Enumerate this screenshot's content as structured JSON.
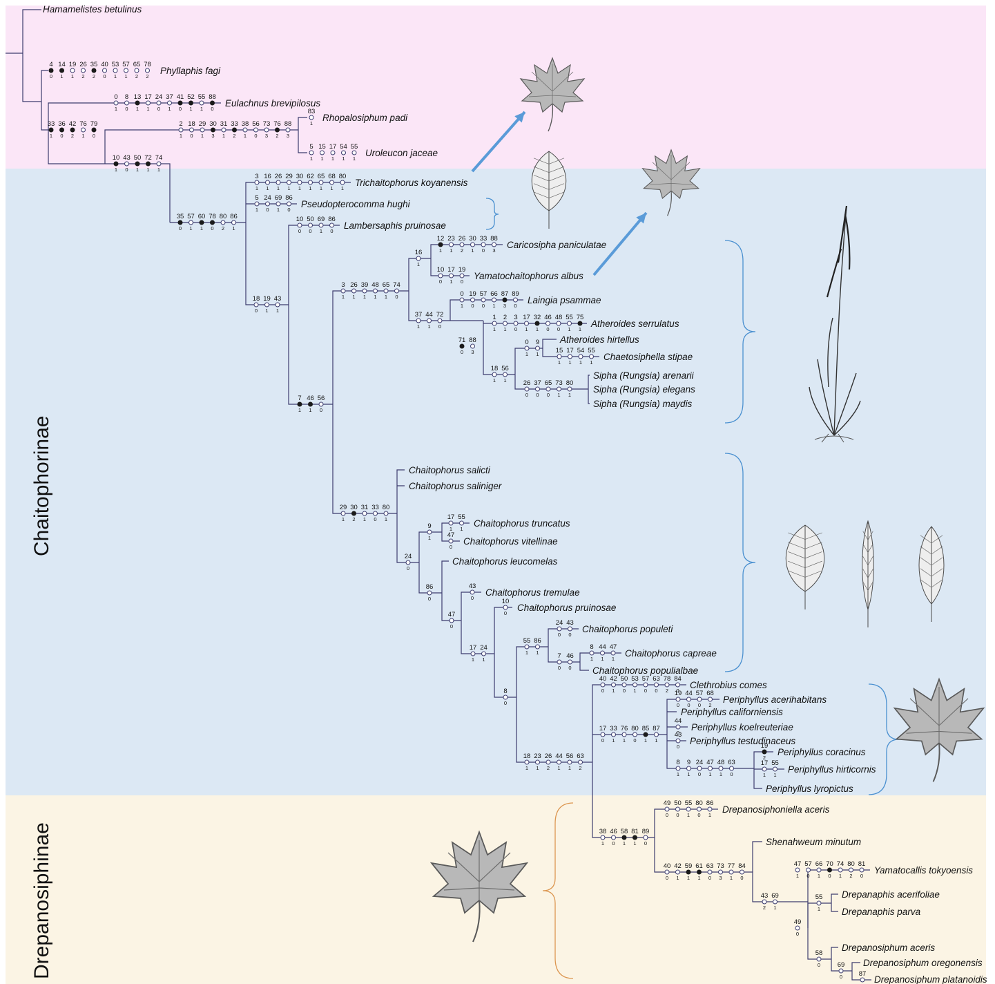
{
  "groups": {
    "chaitophorinae": "Chaitophorinae",
    "drepanosiphinae": "Drepanosiphinae"
  },
  "colors": {
    "outgroup_band": "#fbe6f7",
    "chaitophorinae_band": "#dce8f4",
    "drepanosiphinae_band": "#fbf4e4",
    "tree_line": "#3c3c6e",
    "blue_bracket": "#4a90d0",
    "orange_bracket": "#dc9650",
    "arrow": "#5a9bd8",
    "synapomorphy": "#1a1a1a"
  },
  "taxa": {
    "hamamelistes_betulinus": "Hamamelistes betulinus",
    "phyllaphis_fagi": "Phyllaphis fagi",
    "eulachnus_brevipilosus": "Eulachnus brevipilosus",
    "rhopalosiphum_padi": "Rhopalosiphum padi",
    "uroleucon_jaceae": "Uroleucon jaceae",
    "trichaitophorus_koyanensis": "Trichaitophorus koyanensis",
    "pseudopterocomma_hughi": "Pseudopterocomma hughi",
    "lambersaphis_pruinosae": "Lambersaphis pruinosae",
    "caricosipha_paniculatae": "Caricosipha paniculatae",
    "yamatochaitophorus_albus": "Yamatochaitophorus albus",
    "laingia_psammae": "Laingia psammae",
    "atheroides_serrulatus": "Atheroides serrulatus",
    "atheroides_hirtellus": "Atheroides hirtellus",
    "chaetosiphella_stipae": "Chaetosiphella stipae",
    "sipha_arenarii": "Sipha (Rungsia) arenarii",
    "sipha_elegans": "Sipha (Rungsia) elegans",
    "sipha_maydis": "Sipha (Rungsia) maydis",
    "chaitophorus_salicti": "Chaitophorus salicti",
    "chaitophorus_saliniger": "Chaitophorus saliniger",
    "chaitophorus_truncatus": "Chaitophorus truncatus",
    "chaitophorus_vitellinae": "Chaitophorus vitellinae",
    "chaitophorus_leucomelas": "Chaitophorus leucomelas",
    "chaitophorus_tremulae": "Chaitophorus tremulae",
    "chaitophorus_pruinosae": "Chaitophorus pruinosae",
    "chaitophorus_populeti": "Chaitophorus populeti",
    "chaitophorus_capreae": "Chaitophorus capreae",
    "chaitophorus_populialbae": "Chaitophorus populialbae",
    "clethrobius_comes": "Clethrobius comes",
    "periphyllus_acerihabitans": "Periphyllus acerihabitans",
    "periphyllus_californiensis": "Periphyllus californiensis",
    "periphyllus_koelreuteriae": "Periphyllus koelreuteriae",
    "periphyllus_testudinaceus": "Periphyllus testudinaceus",
    "periphyllus_coracinus": "Periphyllus coracinus",
    "periphyllus_hirticornis": "Periphyllus hirticornis",
    "periphyllus_lyropictus": "Periphyllus lyropictus",
    "drepanosiphoniella_aceris": "Drepanosiphoniella aceris",
    "shenahweum_minutum": "Shenahweum minutum",
    "yamatocallis_tokyoensis": "Yamatocallis tokyoensis",
    "drepanaphis_acerifoliae": "Drepanaphis acerifoliae",
    "drepanaphis_parva": "Drepanaphis parva",
    "drepanosiphum_aceris": "Drepanosiphum aceris",
    "drepanosiphum_oregonensis": "Drepanosiphum oregonensis",
    "drepanosiphum_platanoidis": "Drepanosiphum platanoidis"
  },
  "characters": {
    "phyllaphis": {
      "ch": "4 14 19 26 35 40 53 57 65 78",
      "st": "0 1 1 2 2 0 1 1 2 2",
      "filled": [
        0,
        1,
        4
      ]
    },
    "eulachnus": {
      "ch": "0 8 13 17 24 37 41 52 55 88",
      "st": "1 0 1 1 0 1 0 1 1 0",
      "filled": [
        2,
        6,
        7,
        9
      ]
    },
    "aphidinae": {
      "ch": "2 18 29 30 31 33 38 56 73 76 88",
      "st": "1 0 1 3 1 2 1 0 3 2 3",
      "filled": [
        3,
        5,
        9
      ]
    },
    "rhopalosiphum": {
      "ch": "83",
      "st": "1",
      "filled": []
    },
    "uroleucon": {
      "ch": "5 15 17 54 55",
      "st": "1 1 1 1 1",
      "filled": []
    },
    "ingroup_a": {
      "ch": "33 36 42 76 79",
      "st": "1 0 2 1 0",
      "filled": [
        0,
        1,
        2,
        4
      ]
    },
    "ingroup_b": {
      "ch": "10 43 50 72 74",
      "st": "1 0 1 1 1",
      "filled": [
        0,
        2,
        3
      ]
    },
    "chaito_root": {
      "ch": "35 57 60 78 80 86",
      "st": "0 1 1 0 2 1",
      "filled": [
        0,
        2,
        3
      ]
    },
    "trichaitophorus": {
      "ch": "3 16 26 29 30 62 65 68 80",
      "st": "1 1 1 1 1 1 1 1 1",
      "filled": []
    },
    "pseudopterocomma": {
      "ch": "5 24 69 86",
      "st": "1 0 1 0",
      "filled": []
    },
    "lambersaphis": {
      "ch": "10 50 69 86",
      "st": "0 0 1 0",
      "filled": []
    },
    "node_18_19_43": {
      "ch": "18 19 43",
      "st": "0 1 1",
      "filled": []
    },
    "node_7_46_56": {
      "ch": "7 46 56",
      "st": "1 1 0",
      "filled": [
        0,
        1
      ]
    },
    "siphini_clade": {
      "ch": "3 26 39 48 65 74",
      "st": "1 1 1 1 1 0",
      "filled": []
    },
    "node_16": {
      "ch": "16",
      "st": "1",
      "filled": []
    },
    "caricosipha": {
      "ch": "12 23 26 30 33 88",
      "st": "1 1 2 1 0 3",
      "filled": [
        0
      ]
    },
    "yamatochaitophorus": {
      "ch": "10 17 19",
      "st": "0 1 0",
      "filled": []
    },
    "node_37_44_72": {
      "ch": "37 44 72",
      "st": "1 1 0",
      "filled": []
    },
    "laingia": {
      "ch": "0 19 57 66 87 89",
      "st": "1 0 0 1 3 0",
      "filled": [
        4
      ]
    },
    "node_71_88": {
      "ch": "71 88",
      "st": "0 3",
      "filled": [
        0
      ]
    },
    "atheroides_serrulatus": {
      "ch": "1 2 3 17 32 46 48 55 75",
      "st": "1 1 0 1 1 0 0 1 1",
      "filled": [
        4,
        8
      ]
    },
    "node_18_56": {
      "ch": "18 56",
      "st": "1 1",
      "filled": []
    },
    "node_0_9": {
      "ch": "0 9",
      "st": "1 1",
      "filled": []
    },
    "chaetosiphella": {
      "ch": "15 17 54 55",
      "st": "1 1 1 1",
      "filled": []
    },
    "sipha": {
      "ch": "26 37 65 73 80",
      "st": "0 0 0 1 1",
      "filled": []
    },
    "chaitophorus_clade": {
      "ch": "29 30 31 33 80",
      "st": "1 2 1 0 1",
      "filled": [
        1
      ]
    },
    "node_9": {
      "ch": "9",
      "st": "1",
      "filled": []
    },
    "truncatus": {
      "ch": "17 55",
      "st": "1 1",
      "filled": []
    },
    "vitellinae": {
      "ch": "47",
      "st": "0",
      "filled": []
    },
    "node_24": {
      "ch": "24",
      "st": "0",
      "filled": []
    },
    "node_86": {
      "ch": "86",
      "st": "0",
      "filled": []
    },
    "tremulae": {
      "ch": "43",
      "st": "0",
      "filled": []
    },
    "node_47": {
      "ch": "47",
      "st": "0",
      "filled": []
    },
    "pruinosae": {
      "ch": "10",
      "st": "0",
      "filled": []
    },
    "node_17_24": {
      "ch": "17 24",
      "st": "1 1",
      "filled": []
    },
    "node_55_86": {
      "ch": "55 86",
      "st": "1 1",
      "filled": []
    },
    "populeti": {
      "ch": "24 43",
      "st": "0 0",
      "filled": []
    },
    "node_7_46": {
      "ch": "7 46",
      "st": "0 0",
      "filled": []
    },
    "capreae": {
      "ch": "8 44 47",
      "st": "1 1 1",
      "filled": []
    },
    "node_8": {
      "ch": "8",
      "st": "0",
      "filled": []
    },
    "clethrobius": {
      "ch": "40 42 50 53 57 63 78 84",
      "st": "0 1 0 1 0 0 2 0",
      "filled": []
    },
    "acerihabitans": {
      "ch": "19 44 57 68",
      "st": "0 0 0 2",
      "filled": []
    },
    "periphyllus_node": {
      "ch": "17 33 76 80 85 87",
      "st": "0 1 1 0 1 1",
      "filled": [
        4
      ]
    },
    "koelreuteriae": {
      "ch": "44",
      "st": "0",
      "filled": []
    },
    "testudinaceus": {
      "ch": "43",
      "st": "0",
      "filled": []
    },
    "coracinus": {
      "ch": "19",
      "st": "2",
      "filled": [
        0
      ]
    },
    "hirticornis": {
      "ch": "17 55",
      "st": "1 1",
      "filled": []
    },
    "periph_sub": {
      "ch": "8 9 24 47 48 63",
      "st": "1 1 0 1 1 0",
      "filled": []
    },
    "node_18_23": {
      "ch": "18 23 26 44 56 63",
      "st": "1 1 2 1 1 2",
      "filled": []
    },
    "drepanosiphoniella": {
      "ch": "49 50 55 80 86",
      "st": "0 0 1 0 1",
      "filled": []
    },
    "drep_root": {
      "ch": "38 46 58 81 89",
      "st": "1 0 1 1 0",
      "filled": [
        2,
        3
      ]
    },
    "drep_node2": {
      "ch": "40 42 59 61 63 73 77 84",
      "st": "0 1 1 1 0 3 1 0",
      "filled": [
        2,
        3
      ]
    },
    "yamatocallis": {
      "ch": "47 57 66 70 74 80 81",
      "st": "1 0 1 0 1 2 0",
      "filled": [
        3
      ]
    },
    "node_43_69": {
      "ch": "43 69",
      "st": "2 1",
      "filled": []
    },
    "node_55": {
      "ch": "55",
      "st": "1",
      "filled": []
    },
    "node_49": {
      "ch": "49",
      "st": "0",
      "filled": []
    },
    "node_58": {
      "ch": "58",
      "st": "0",
      "filled": []
    },
    "node_69": {
      "ch": "69",
      "st": "0",
      "filled": []
    },
    "node_87": {
      "ch": "87",
      "st": "0",
      "filled": []
    }
  }
}
